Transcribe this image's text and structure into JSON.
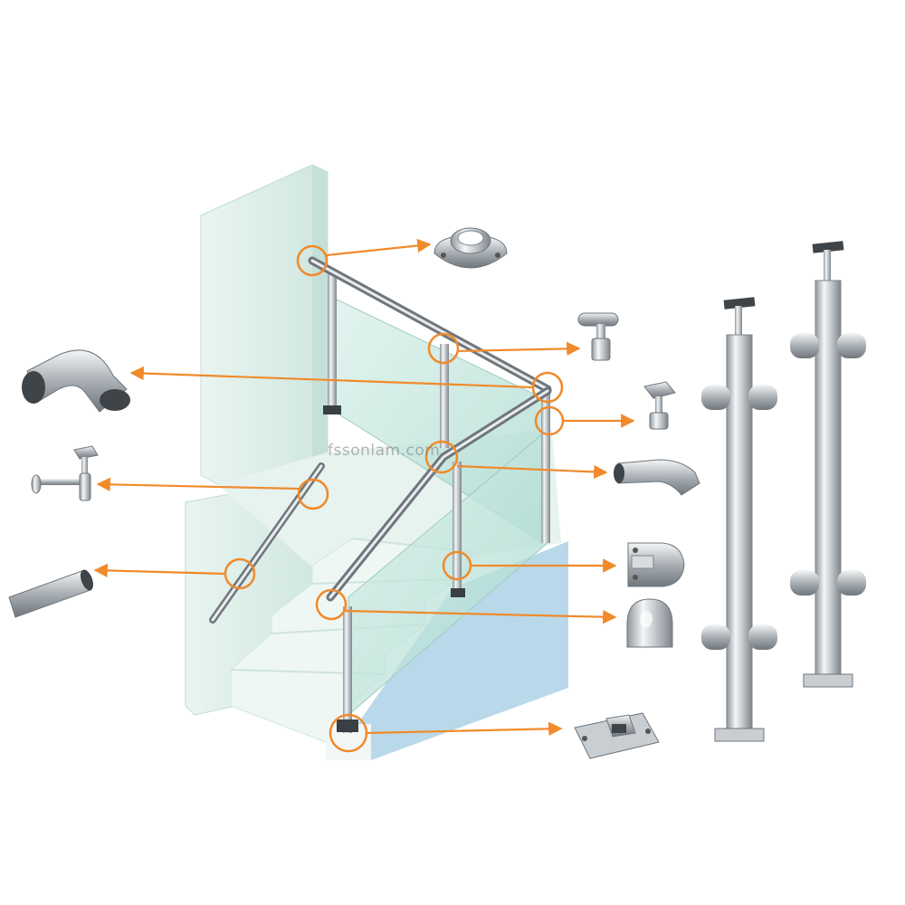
{
  "watermark": "fssonlam.com",
  "colors": {
    "arrow": "#f08a2a",
    "glass": "#bfe6de",
    "wall": "#dbeee8",
    "floor_block": "#b9d9ea",
    "steel_light": "#eef1f3",
    "steel_dark": "#8f969c"
  },
  "callouts": [
    {
      "name": "wall-flange",
      "icon": "wall-flange-icon"
    },
    {
      "name": "handrail-support-saddle",
      "icon": "saddle-support-icon"
    },
    {
      "name": "elbow-90",
      "icon": "elbow-90-icon"
    },
    {
      "name": "adjustable-saddle",
      "icon": "adjustable-saddle-icon"
    },
    {
      "name": "elbow-135",
      "icon": "elbow-135-icon"
    },
    {
      "name": "wall-bracket",
      "icon": "wall-bracket-icon"
    },
    {
      "name": "round-tube",
      "icon": "round-tube-icon"
    },
    {
      "name": "glass-clamp",
      "icon": "glass-clamp-icon"
    },
    {
      "name": "end-cap",
      "icon": "end-cap-icon"
    },
    {
      "name": "base-plate",
      "icon": "base-plate-icon"
    }
  ]
}
